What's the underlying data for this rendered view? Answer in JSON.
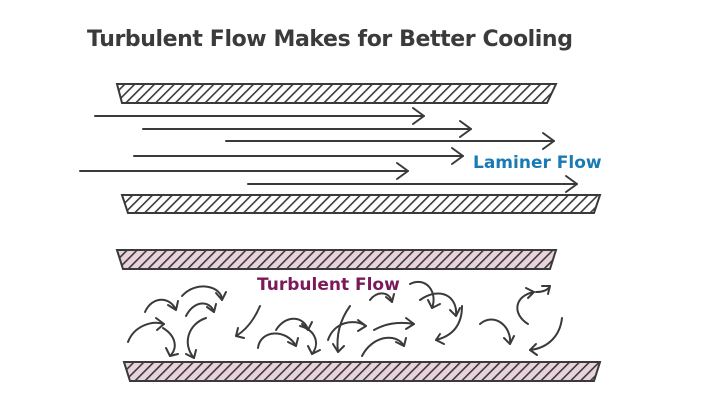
{
  "title": "Turbulent Flow Makes for Better Cooling",
  "laminar": {
    "label": "Laminer Flow",
    "color": "#1a7ab5"
  },
  "turbulent": {
    "label": "Turbulent Flow",
    "color": "#7a1a5a"
  },
  "colors": {
    "arrow": "#3a3a3a",
    "laminar_plate_stripe": "#3a3a3a",
    "laminar_plate_fill": "#ffffff",
    "turbulent_plate_stripe": "#3a3a3a",
    "turbulent_plate_fill": "#e8d3dc"
  }
}
